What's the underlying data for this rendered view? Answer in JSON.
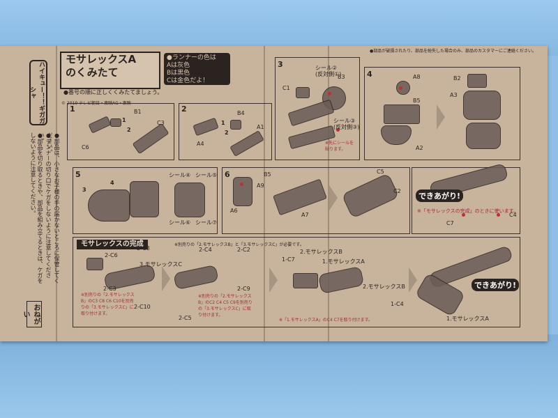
{
  "title": {
    "line1": "モサレックスA",
    "line2": "のくみたて"
  },
  "runner": {
    "heading": "●ランナーの色は",
    "a": "Aは灰色",
    "b": "Bは黒色",
    "c": "Cは金色だよ！"
  },
  "note": "●番号の順に正しくくみたてましょう。",
  "copyright": "© 2019 テレビ朝日・東映AG・東映",
  "brand": "ハイキュー！！ギガガシャ",
  "top_caption": "●部品が破損されたり、部品を紛失した場合のみ、部品のカスタマーにご連絡ください。",
  "side_notes": [
    "●部品を切り取るときや、部品を組み立てるときは、ケガをしないように注意してください。",
    "●ランナーの切り口でケガをしないように注意してください。",
    "●部品は、小さなお子様の手の届かないところに保管してください。"
  ],
  "warning": "おねがい",
  "steps": {
    "s1": {
      "num": "1",
      "parts": [
        "B1",
        "C3",
        "C6"
      ],
      "marks": [
        "1",
        "2"
      ]
    },
    "s2": {
      "num": "2",
      "parts": [
        "B4",
        "A1",
        "A4"
      ],
      "marks": [
        "1",
        "2"
      ]
    },
    "s3": {
      "num": "3",
      "parts": [
        "C1",
        "B3"
      ],
      "seal_top": "シール②",
      "seal_top_sub": "(反対側①)",
      "seal_bottom": "シール③",
      "seal_bottom_sub": "(反対側③)",
      "note": "※先にシールを貼ります。"
    },
    "s4": {
      "num": "4",
      "parts": [
        "A8",
        "B5",
        "A2",
        "B2",
        "A3"
      ]
    },
    "s5": {
      "num": "5",
      "marks": [
        "3",
        "4"
      ],
      "seals": [
        "シール④",
        "シール⑤",
        "シール⑥",
        "シール⑦"
      ]
    },
    "s6": {
      "num": "6",
      "parts": [
        "B5",
        "A9",
        "A6",
        "A7",
        "C5",
        "C2"
      ]
    },
    "s7": {
      "done": "できあがり!",
      "note": "※「モサレックスの完成」のときに使います。",
      "parts": [
        "C7",
        "C4"
      ]
    }
  },
  "complete": {
    "heading": "モサレックスの完成",
    "top_note": "※別売りの「2.モサレックスB」と「3.モサレックスC」が必要です。",
    "labels": [
      "2-C8",
      "2-C6",
      "3.モサレックスC",
      "2-C3",
      "2-C10",
      "2-C4",
      "2-C2",
      "2-C9",
      "2-C5",
      "2.モサレックスB",
      "1-C7",
      "1.モサレックスA",
      "2.モサレックスB",
      "1-C4",
      "1.モサレックスA"
    ],
    "note_left": "※別売りの「2.モサレックスB」のC3 C8 C6 C10を別売りの「3.モサレックスC」に取り付けます。",
    "note_mid": "※別売りの「2.モサレックスB」のC2 C4 C5 C9を別売りの「3.モサレックスC」に取り付けます。",
    "note_right": "※「1.モサレックスA」のC4 C7を取り付けます。",
    "done": "できあがり!"
  }
}
